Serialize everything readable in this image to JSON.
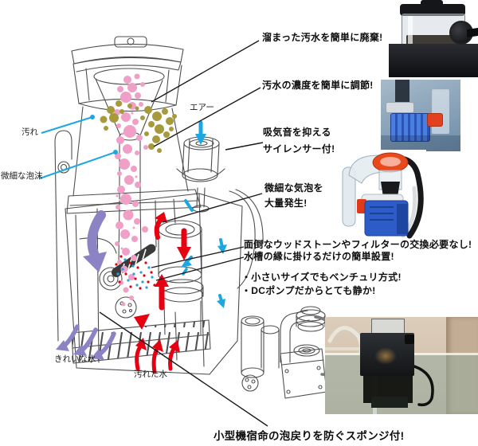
{
  "annotations": {
    "discard": "溜まった汚水を簡単に廃棄!",
    "adjust": "汚水の濃度を簡単に調節!",
    "silencer_1": "吸気音を抑える",
    "silencer_2": "サイレンサー付!",
    "bubbles_1": "微細な気泡を",
    "bubbles_2": "大量発生!",
    "no_woodstone": "面倒なウッドストーンやフィルターの交換必要なし!",
    "easy_install": "水槽の縁に掛けるだけの簡単設置!",
    "venturi": "・小さいサイズでもベンチュリ方式!",
    "dc_pump": "・DCポンプだからとても静か!",
    "sponge": "小型機宿命の泡戻りを防ぐスポンジ付!"
  },
  "diagram_labels": {
    "dirt": "汚れ",
    "fine_foam": "微細な泡沫",
    "air": "エアー",
    "clean_water": "きれいな水",
    "dirty_water": "汚れた水"
  },
  "colors": {
    "red": "#e60012",
    "cyan": "#1ba7e0",
    "purple": "#8b83c3",
    "pink": "#f0a0c6",
    "olive": "#a69a3c",
    "blue_dot": "#2a9fd8",
    "leader": "#1a1a1a",
    "line_art": "#4f4f4f"
  }
}
